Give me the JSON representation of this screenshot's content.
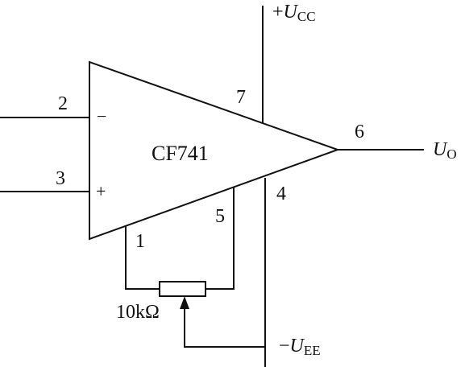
{
  "opamp": {
    "part_number": "CF741",
    "inverting_symbol": "−",
    "noninverting_symbol": "+"
  },
  "pins": {
    "inverting_input": "2",
    "noninverting_input": "3",
    "output": "6",
    "v_plus": "7",
    "v_minus": "4",
    "offset_null_1": "1",
    "offset_null_5": "5"
  },
  "supply": {
    "positive": {
      "sign": "+",
      "symbol": "U",
      "subscript": "CC"
    },
    "negative": {
      "sign": "−",
      "symbol": "U",
      "subscript": "EE"
    }
  },
  "output_label": {
    "symbol": "U",
    "subscript": "O"
  },
  "potentiometer": {
    "value": "10kΩ"
  }
}
